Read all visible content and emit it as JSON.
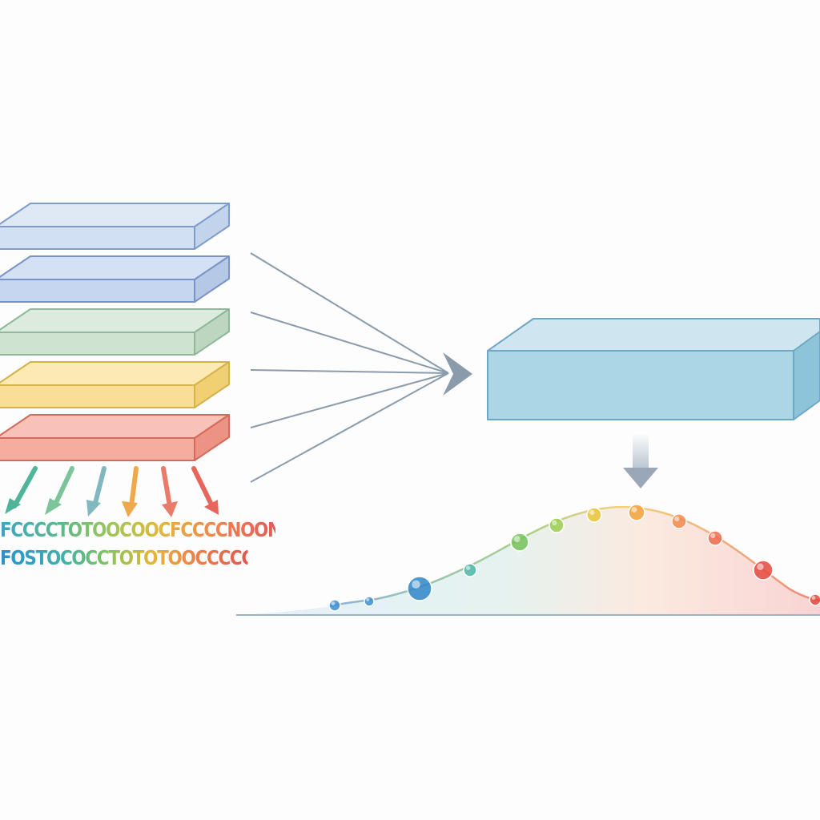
{
  "layers": [
    {
      "id": "layer-1",
      "top": "#dfe9f6",
      "front": "#d2e0f3",
      "side": "#c2d4ec",
      "stroke": "#7f9cc9"
    },
    {
      "id": "layer-2",
      "top": "#d4e1f4",
      "front": "#c6d6f0",
      "side": "#b5c8e6",
      "stroke": "#7893c4"
    },
    {
      "id": "layer-3",
      "top": "#dcebdd",
      "front": "#cfe3d1",
      "side": "#bcd6c0",
      "stroke": "#8fb79a"
    },
    {
      "id": "layer-4",
      "top": "#fbeab4",
      "front": "#f9df96",
      "side": "#f1cf73",
      "stroke": "#d7b24a"
    },
    {
      "id": "layer-5",
      "top": "#f8c2b8",
      "front": "#f4ad9f",
      "side": "#ec9384",
      "stroke": "#d46a5b"
    }
  ],
  "small_arrow_colors": [
    "#4fb59a",
    "#7cc49a",
    "#7fb9bf",
    "#efa84a",
    "#ea7a6a",
    "#e7665c"
  ],
  "sequence_lines": [
    "FCCCCTOTOOCOOCFCCCCNOON",
    "FOSTOCOCCTOTOTOOCCCCCTBOTGTPOON"
  ],
  "output_block": {
    "top": "#cfe6f1",
    "front": "#acd6e6",
    "side": "#8ec4da",
    "stroke": "#6fa8c4"
  },
  "arrow_color": "#8a9bab",
  "down_arrow_color": "#9aa7b6",
  "curve_points": [
    {
      "color": "#3c8fd0",
      "r": 7
    },
    {
      "color": "#3c8fd0",
      "r": 6
    },
    {
      "color": "#2f86c8",
      "r": 15
    },
    {
      "color": "#4eb6a6",
      "r": 8
    },
    {
      "color": "#76c25a",
      "r": 11
    },
    {
      "color": "#9ccc50",
      "r": 9
    },
    {
      "color": "#e8c43a",
      "r": 9
    },
    {
      "color": "#f2a23a",
      "r": 10
    },
    {
      "color": "#f08a4c",
      "r": 9
    },
    {
      "color": "#ec6b4e",
      "r": 9
    },
    {
      "color": "#e4493e",
      "r": 12
    },
    {
      "color": "#e4493e",
      "r": 7
    }
  ]
}
